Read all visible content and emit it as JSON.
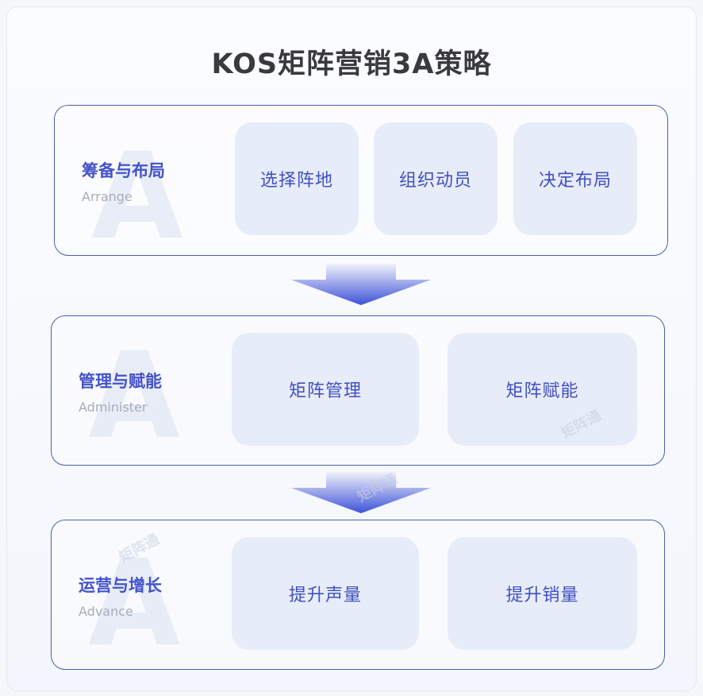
{
  "title": "KOS矩阵营销3A策略",
  "stages": [
    {
      "title": "筹备与布局",
      "subtitle": "Arrange",
      "watermark_letter": "A",
      "items": [
        "选择阵地",
        "组织动员",
        "决定布局"
      ]
    },
    {
      "title": "管理与赋能",
      "subtitle": "Administer",
      "watermark_letter": "A",
      "items": [
        "矩阵管理",
        "矩阵赋能"
      ]
    },
    {
      "title": "运营与增长",
      "subtitle": "Advance",
      "watermark_letter": "A",
      "items": [
        "提升声量",
        "提升销量"
      ]
    }
  ],
  "watermark_text": "矩阵通",
  "colors": {
    "accent": "#4453c9",
    "border": "#4a5fa8",
    "box_bg": "#e7ecf9",
    "arrow_top": "#eef1fb",
    "arrow_bottom": "#3e52d8"
  }
}
